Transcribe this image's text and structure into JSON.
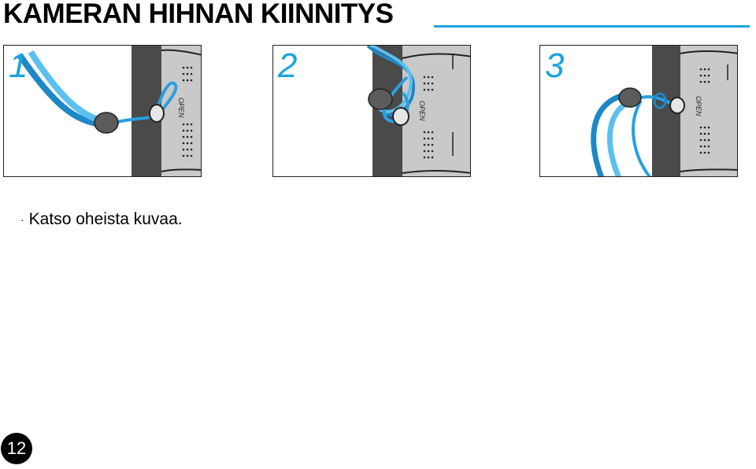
{
  "header": {
    "title": "KAMERAN HIHNAN KIINNITYS"
  },
  "steps": [
    {
      "number": "1",
      "camera_label": "OPEN"
    },
    {
      "number": "2",
      "camera_label": "OPEN"
    },
    {
      "number": "3",
      "camera_label": "OPEN"
    }
  ],
  "caption": {
    "bullet": "·",
    "text": "Katso oheista kuvaa."
  },
  "footer": {
    "page_number": "12"
  },
  "colors": {
    "accent": "#1aa3df",
    "camera_dark": "#4a4a4a",
    "camera_light": "#c9c9c9",
    "strap": "#2a9fe0"
  }
}
